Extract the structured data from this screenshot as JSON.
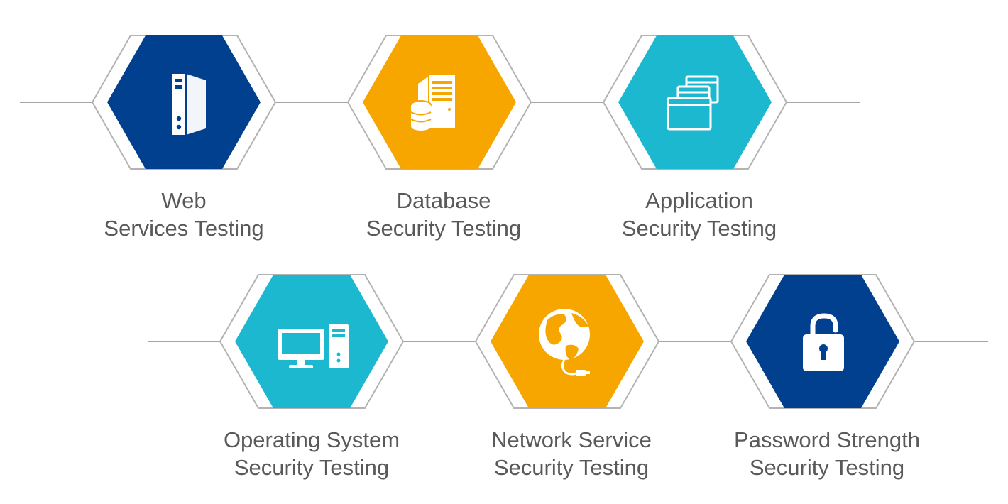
{
  "colors": {
    "navy": "#00408f",
    "orange": "#f7a600",
    "teal": "#1bb8d0",
    "outline": "#b3b3b3",
    "connector": "#a6a6a6",
    "icon": "#ffffff",
    "text": "#595959"
  },
  "items": [
    {
      "line1": "Web",
      "line2": "Services Testing",
      "color": "navy",
      "icon": "server-tower-icon"
    },
    {
      "line1": "Database",
      "line2": "Security Testing",
      "color": "orange",
      "icon": "database-server-icon"
    },
    {
      "line1": "Application",
      "line2": "Security Testing",
      "color": "teal",
      "icon": "app-windows-icon"
    },
    {
      "line1": "Operating System",
      "line2": "Security Testing",
      "color": "teal",
      "icon": "desktop-computer-icon"
    },
    {
      "line1": "Network Service",
      "line2": "Security Testing",
      "color": "orange",
      "icon": "globe-network-icon"
    },
    {
      "line1": "Password Strength",
      "line2": "Security Testing",
      "color": "navy",
      "icon": "padlock-open-icon"
    }
  ]
}
